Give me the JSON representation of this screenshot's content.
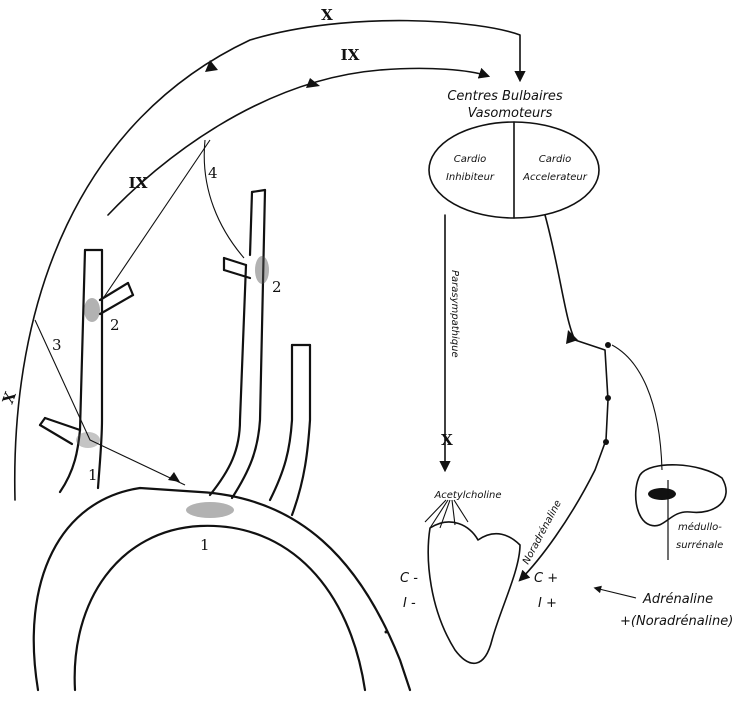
{
  "centres": {
    "line1": "Centres Bulbaires",
    "line2": "Vasomoteurs",
    "cardio_inhib_1": "Cardio",
    "cardio_inhib_2": "Inhibiteur",
    "cardio_accel_1": "Cardio",
    "cardio_accel_2": "Accelerateur"
  },
  "nerves": {
    "roman_x": "X",
    "roman_ix": "IX",
    "label_parasympathique": "Parasympathique",
    "label_noradrenaline": "Noradrénaline"
  },
  "numbers": {
    "one": "1",
    "two": "2",
    "three": "3",
    "four": "4"
  },
  "heart": {
    "acetylcholine": "Acetylcholine",
    "c_minus": "C -",
    "i_minus": "I -",
    "c_plus": "C +",
    "i_plus": "I +"
  },
  "adrenal": {
    "label1": "médullo-",
    "label2": "surrénale",
    "adrenaline": "Adrénaline",
    "noradrenaline": "+(Noradrénaline)"
  }
}
